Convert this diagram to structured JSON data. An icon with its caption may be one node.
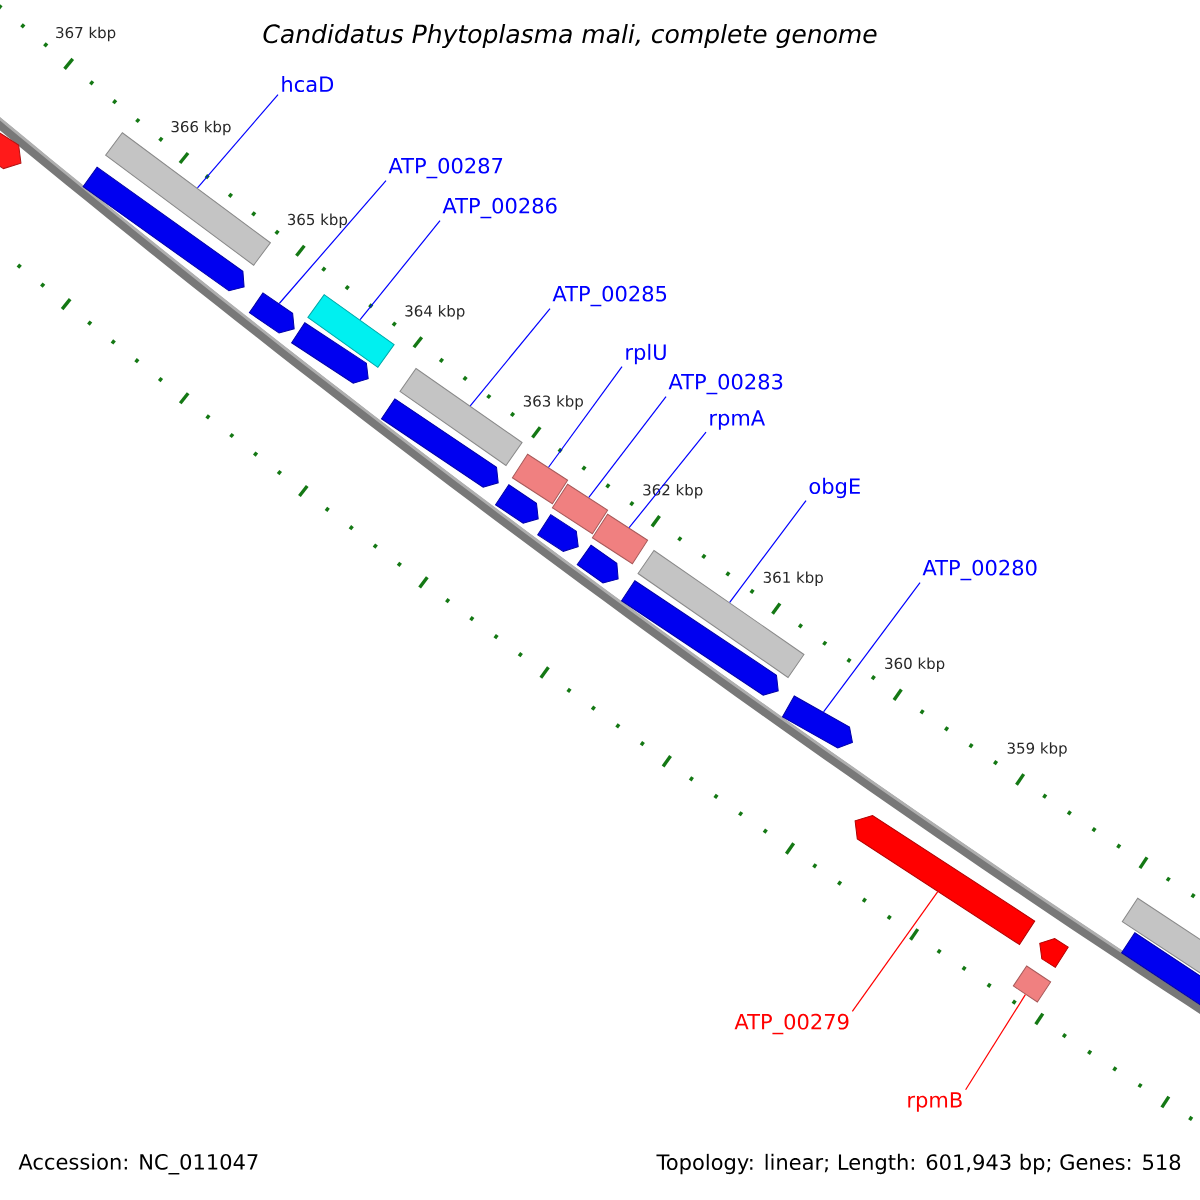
{
  "diagram": {
    "title": "Candidatus Phytoplasma mali, complete genome",
    "nodes": [
      {
        "text": [
          "hcaD"
        ]
      },
      {
        "text": [
          "ATP_00287"
        ]
      },
      {
        "text": [
          "ATP_00286"
        ]
      },
      {
        "text": [
          "ATP_00285"
        ]
      },
      {
        "text": [
          "rplU"
        ]
      },
      {
        "text": [
          "ATP_00283"
        ]
      },
      {
        "text": [
          "rpmA"
        ]
      },
      {
        "text": [
          "obgE"
        ]
      },
      {
        "text": [
          "ATP_00280"
        ]
      },
      {
        "text": [
          "ATP_00279"
        ]
      },
      {
        "text": [
          "rpmB"
        ]
      },
      {
        "text": [],
        "shape": "arrow"
      },
      {
        "text": [],
        "shape": "bar"
      },
      {
        "text": [],
        "shape": "arrow"
      },
      {
        "text": [],
        "shape": "arrow"
      },
      {
        "text": [],
        "shape": "arrow"
      },
      {
        "text": [],
        "shape": "bar"
      },
      {
        "text": [],
        "shape": "bar"
      },
      {
        "text": [],
        "shape": "arrow"
      },
      {
        "text": [],
        "shape": "arrow"
      },
      {
        "text": [],
        "shape": "bar"
      },
      {
        "text": [],
        "shape": "bar"
      },
      {
        "text": [],
        "shape": "arrow"
      },
      {
        "text": [],
        "shape": "arrow"
      },
      {
        "text": [],
        "shape": "bar"
      },
      {
        "text": [],
        "shape": "bar"
      },
      {
        "text": [],
        "shape": "arrow"
      },
      {
        "text": [],
        "shape": "arrow"
      },
      {
        "text": [],
        "shape": "arrow"
      },
      {
        "text": [],
        "shape": "bar"
      },
      {
        "text": [],
        "shape": "arrow"
      },
      {
        "text": [],
        "shape": "arrow"
      },
      {
        "text": [],
        "shape": "bar"
      }
    ],
    "edges": [
      {
        "from": 0,
        "to": 12,
        "arrow": "none"
      },
      {
        "from": 1,
        "to": 14,
        "arrow": "none"
      },
      {
        "from": 2,
        "to": 16,
        "arrow": "none"
      },
      {
        "from": 3,
        "to": 17,
        "arrow": "none"
      },
      {
        "from": 4,
        "to": 20,
        "arrow": "none"
      },
      {
        "from": 5,
        "to": 21,
        "arrow": "none"
      },
      {
        "from": 6,
        "to": 24,
        "arrow": "none"
      },
      {
        "from": 7,
        "to": 25,
        "arrow": "none"
      },
      {
        "from": 8,
        "to": 27,
        "arrow": "none"
      },
      {
        "from": 9,
        "to": 28,
        "arrow": "none",
        "color": "#ff0000"
      },
      {
        "from": 10,
        "to": 29,
        "arrow": "none",
        "color": "#ff0000"
      }
    ],
    "labels": [
      "367 kbp",
      "366 kbp",
      "365 kbp",
      "364 kbp",
      "363 kbp",
      "362 kbp",
      "361 kbp",
      "360 kbp",
      "359 kbp",
      "Accession: NC_011047",
      "Topology: linear; Length: 601,943 bp; Genes: 518"
    ]
  }
}
